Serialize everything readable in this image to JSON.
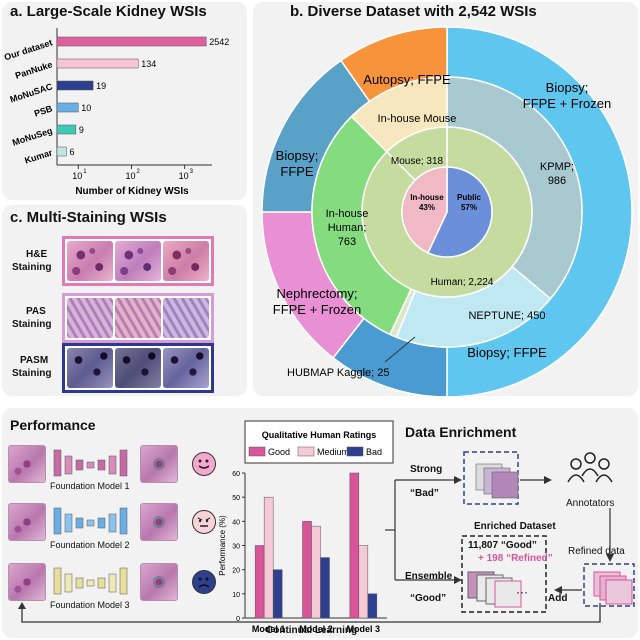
{
  "panel_a": {
    "title": "a. Large-Scale Kidney WSIs",
    "xlabel": "Number of Kidney WSIs",
    "ticks": [
      "10",
      "10",
      "10"
    ],
    "tick_exp": [
      "1",
      "2",
      "3"
    ],
    "bars": [
      {
        "name": "Our dataset",
        "value": 2542,
        "label": "2542",
        "color": "#e0609e"
      },
      {
        "name": "PanNuke",
        "value": 134,
        "label": "134",
        "color": "#f7c5d5"
      },
      {
        "name": "MoNuSAC",
        "value": 19,
        "label": "19",
        "color": "#2e3f8f"
      },
      {
        "name": "PSB",
        "value": 10,
        "label": "10",
        "color": "#6aaee6"
      },
      {
        "name": "MoNuSeg",
        "value": 9,
        "label": "9",
        "color": "#3cc9b6"
      },
      {
        "name": "Kumar",
        "value": 6,
        "label": "6",
        "color": "#bfe6e4"
      }
    ]
  },
  "panel_b": {
    "title": "b. Diverse Dataset with 2,542 WSIs",
    "center": {
      "inhouse": "In-house",
      "inhouse_pct": "43%",
      "public": "Public",
      "public_pct": "57%"
    },
    "ring2": {
      "mouse": "Mouse; 318",
      "human": "Human; 2,224"
    },
    "ring3": {
      "inhouse_mouse": "In-house Mouse",
      "inhouse_human1": "In-house",
      "inhouse_human2": "Human;",
      "inhouse_human3": "763",
      "kpmp1": "KPMP;",
      "kpmp2": "986",
      "neptune": "NEPTUNE; 450"
    },
    "ring4": {
      "autopsy": "Autopsy; FFPE",
      "biopsy_ffpe1": "Biopsy;",
      "biopsy_ffpe2": "FFPE",
      "nephrectomy1": "Nephrectomy;",
      "nephrectomy2": "FFPE + Frozen",
      "biopsy_frozen1": "Biopsy;",
      "biopsy_frozen2": "FFPE + Frozen",
      "biopsy_ffpe_b": "Biopsy; FFPE"
    },
    "hubmap": "HUBMAP Kaggle; 25",
    "colors": {
      "inhouse": "#f1b8c6",
      "public": "#6b8fd8",
      "ring2": "#c5dba0",
      "mouse_r3": "#f7e7bf",
      "human_r3": "#85dc7e",
      "kpmp_r3": "#a9c9d0",
      "neptune_r3": "#bfe8f2",
      "autopsy": "#f7933b",
      "biopsy_left": "#5aa1c7",
      "nephrectomy": "#e98fd4",
      "biopsy_right": "#5fc7ef",
      "biopsy_bottom": "#4a9bd1"
    }
  },
  "panel_c": {
    "title": "c. Multi-Staining WSIs",
    "rows": [
      {
        "l1": "H&E",
        "l2": "Staining",
        "border": "#e07ab6"
      },
      {
        "l1": "PAS",
        "l2": "Staining",
        "border": "#d99bd6"
      },
      {
        "l1": "PASM",
        "l2": "Staining",
        "border": "#2b3a8f"
      }
    ]
  },
  "performance": {
    "title": "Performance",
    "models": [
      "Foundation Model 1",
      "Foundation Model 2",
      "Foundation Model 3"
    ],
    "continual": "Continual Learning"
  },
  "chart_data": {
    "type": "bar",
    "title": "Qualitative Human Ratings",
    "ylabel": "Performance (%)",
    "categories": [
      "Model 1",
      "Model 2",
      "Model 3"
    ],
    "ylim": [
      0,
      60
    ],
    "yticks": [
      0,
      10,
      20,
      30,
      40,
      50,
      60
    ],
    "series": [
      {
        "name": "Good",
        "values": [
          30,
          40,
          60
        ],
        "color": "#d9559a"
      },
      {
        "name": "Medium",
        "values": [
          50,
          38,
          30
        ],
        "color": "#f6c9d6"
      },
      {
        "name": "Bad",
        "values": [
          20,
          25,
          10
        ],
        "color": "#2e3f8f"
      }
    ]
  },
  "enrichment": {
    "title": "Data Enrichment",
    "strong": "Strong",
    "bad": "“Bad”",
    "annotators": "Annotators",
    "enriched": "Enriched Dataset",
    "good_count": "11,807 “Good”",
    "refined_count": "+ 198 “Refined”",
    "ensemble": "Ensemble",
    "good": "“Good”",
    "refined_data": "Refined data",
    "add": "Add",
    "accent": "#d9559a"
  }
}
